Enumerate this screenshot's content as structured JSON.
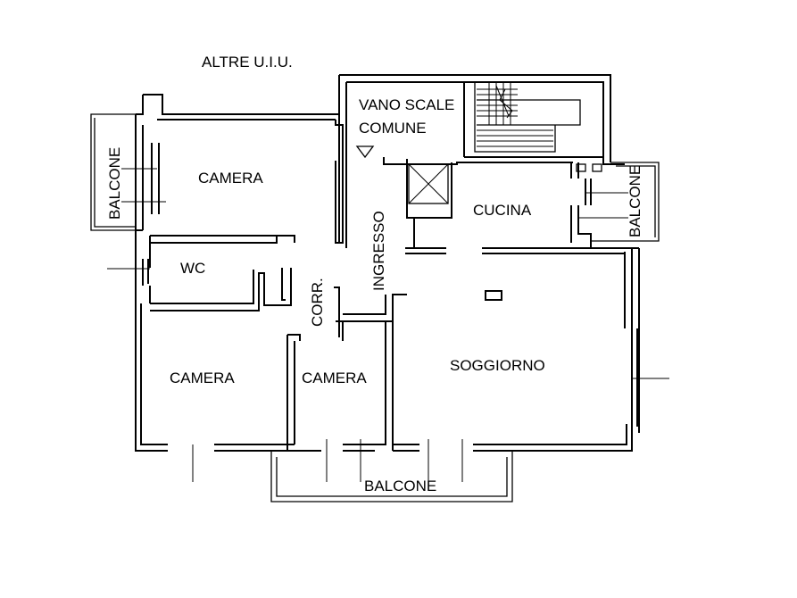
{
  "labels": {
    "other_units": "ALTRE U.I.U.",
    "stair_line1": "VANO SCALE",
    "stair_line2": "COMUNE",
    "room_bedroom_top": "CAMERA",
    "room_kitchen": "CUCINA",
    "room_wc": "WC",
    "room_entrance": "INGRESSO",
    "room_corridor": "CORR.",
    "room_bedroom_bottom_left": "CAMERA",
    "room_bedroom_bottom_mid": "CAMERA",
    "room_living": "SOGGIORNO",
    "balcony_left": "BALCONE",
    "balcony_right": "BALCONE",
    "balcony_bottom": "BALCONE"
  },
  "colors": {
    "ink": "#000000",
    "background": "#ffffff"
  }
}
